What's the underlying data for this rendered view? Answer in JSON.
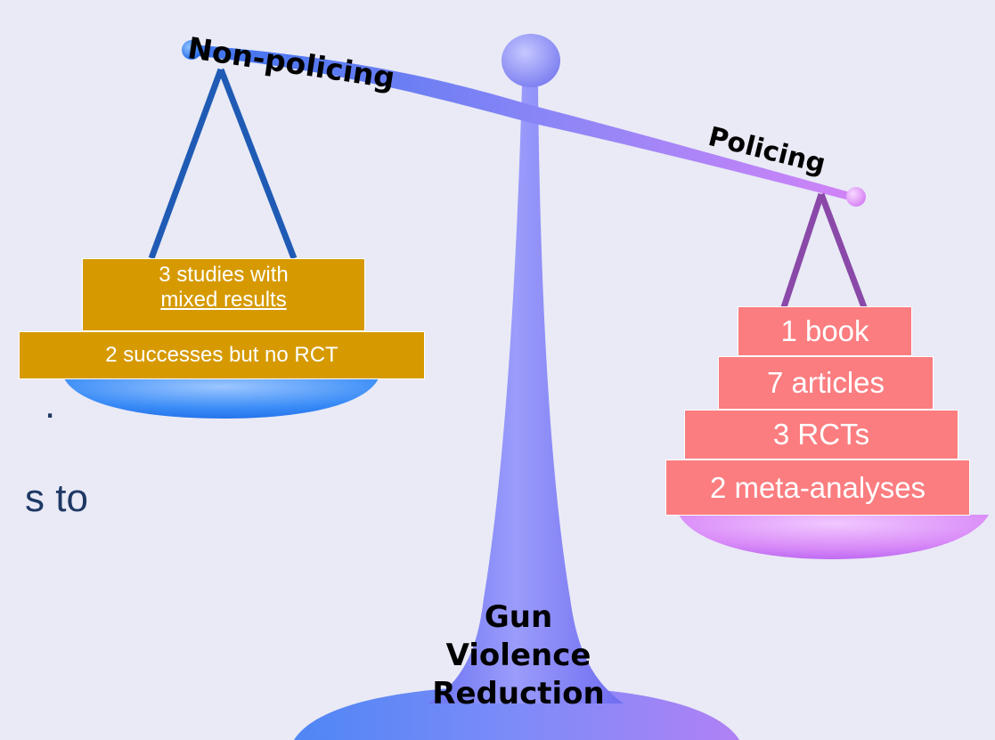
{
  "scale": {
    "left_pan_label": "Non-policing",
    "right_pan_label": "Policing",
    "center_label_lines": [
      "Gun",
      "Violence",
      "Reduction"
    ]
  },
  "left_stack": {
    "top_line_1": "3 studies with",
    "top_line_2": "mixed results",
    "bottom": "2 successes but no RCT"
  },
  "right_stack": {
    "items": [
      "1 book",
      "7 articles",
      "3 RCTs",
      "2 meta-analyses"
    ]
  },
  "background_text": {
    "dot": ".",
    "fragment": "s to"
  },
  "colors": {
    "background": "#e9eaf5",
    "gold_box": "#d69a00",
    "pink_box": "#fb7d80",
    "beam_start": "#4a7df0",
    "beam_end": "#cc7ff5",
    "left_pan": "#2f84f5",
    "right_pan": "#d57ff7"
  }
}
